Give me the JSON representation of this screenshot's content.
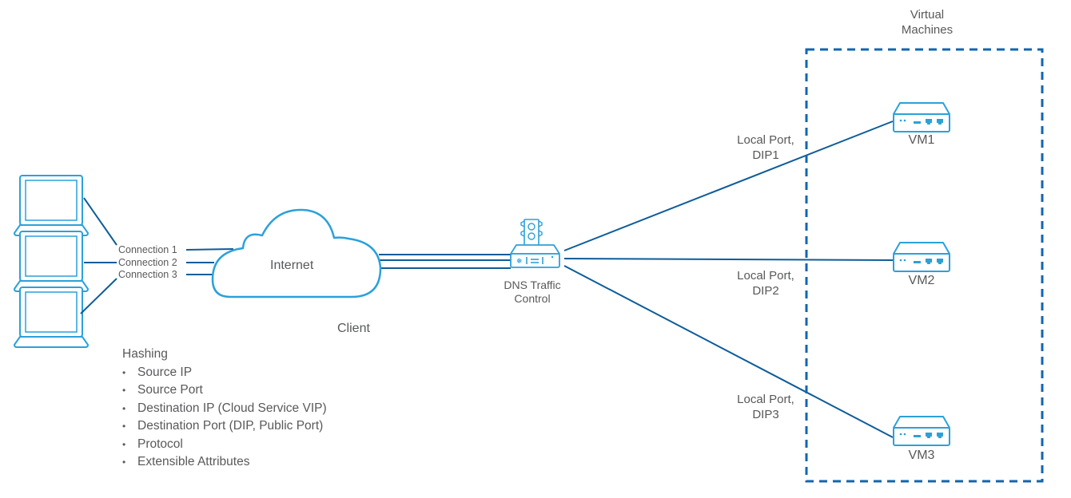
{
  "diagram": {
    "colors": {
      "line": "#0e5c99",
      "icon": "#2ba1da",
      "dashed_border": "#1166b0",
      "text": "#58595b"
    },
    "clients": [
      {
        "icon": "laptop-icon"
      },
      {
        "icon": "laptop-icon"
      },
      {
        "icon": "laptop-icon"
      }
    ],
    "connections": [
      "Connection 1",
      "Connection 2",
      "Connection 3"
    ],
    "internet": {
      "icon": "cloud-icon",
      "label": "Internet"
    },
    "client_label": "Client",
    "traffic_control": {
      "icon": "traffic-light-router-icon",
      "label_line1": "DNS Traffic",
      "label_line2": "Control"
    },
    "vm_group": {
      "title_line1": "Virtual",
      "title_line2": "Machines"
    },
    "vms": [
      {
        "label": "VM1",
        "icon": "server-appliance-icon",
        "port_line1": "Local Port,",
        "port_line2": "DIP1"
      },
      {
        "label": "VM2",
        "icon": "server-appliance-icon",
        "port_line1": "Local Port,",
        "port_line2": "DIP2"
      },
      {
        "label": "VM3",
        "icon": "server-appliance-icon",
        "port_line1": "Local Port,",
        "port_line2": "DIP3"
      }
    ],
    "hashing": {
      "title": "Hashing",
      "items": [
        "Source IP",
        "Source Port",
        "Destination IP (Cloud Service VIP)",
        "Destination Port (DIP, Public Port)",
        "Protocol",
        "Extensible Attributes"
      ]
    }
  }
}
